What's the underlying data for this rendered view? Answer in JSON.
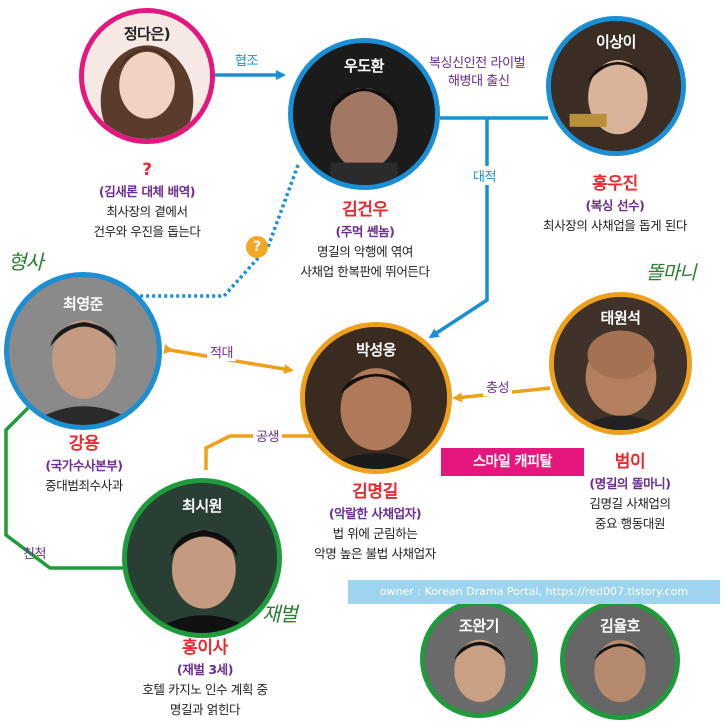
{
  "colors": {
    "pink": "#e5177f",
    "blue": "#1a8fd6",
    "orange": "#eea01a",
    "green": "#1f9b3c",
    "red": "#e8292f",
    "purple": "#6a2d91"
  },
  "characters": {
    "jung": {
      "actor": "정다은)",
      "name": "?",
      "role": "(김새론 대체 배역)",
      "desc1": "최사장의 곁에서",
      "desc2": "건우와 우진을 돕는다"
    },
    "woo": {
      "actor": "우도환",
      "name": "김건우",
      "role": "(주먹 쎈놈)",
      "desc1": "명길의 악행에 엮여",
      "desc2": "사채업 한복판에 뛰어든다"
    },
    "lee": {
      "actor": "이상이",
      "name": "홍우진",
      "role": "(복싱 선수)",
      "desc1": "최사장의 사채업을 돕게 된다"
    },
    "choi": {
      "actor": "최영준",
      "name": "강용",
      "role": "(국가수사본부)",
      "desc1": "중대범죄수사과"
    },
    "park": {
      "actor": "박성웅",
      "name": "김명길",
      "role": "(악랄한 사채업자)",
      "desc1": "법 위에 군림하는",
      "desc2": "악명 높은 불법 사채업자"
    },
    "tae": {
      "actor": "태원석",
      "name": "범이",
      "role": "(명길의 똘마니)",
      "desc1": "김명길 사채업의",
      "desc2": "중요 행동대원"
    },
    "siwon": {
      "actor": "최시원",
      "name": "홍이사",
      "role": "(재벌 3세)",
      "desc1": "호텔 카지노 인수 계획 중",
      "desc2": "명길과 얽힌다"
    },
    "cho": {
      "actor": "조완기"
    },
    "kim": {
      "actor": "김율호"
    }
  },
  "relations": {
    "coop": "협조",
    "rival1": "복싱신인전 라이벌",
    "rival2": "해병대 출신",
    "oppose": "대적",
    "enemy": "적대",
    "loyal": "충성",
    "symbiosis": "공생",
    "relative": "친척",
    "unknown": "?"
  },
  "tags": {
    "detective": "형사",
    "minion": "똘마니",
    "chaebol": "재벌"
  },
  "company": "스마일 캐피탈",
  "owner": "owner : Korean Drama Portal, https://red007.tistory.com"
}
